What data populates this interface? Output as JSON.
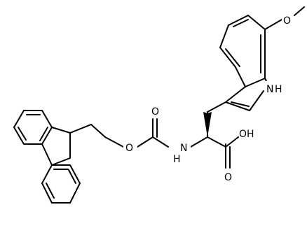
{
  "molecule": {
    "atoms": {
      "methoxy_o": "O",
      "indole_nh": "H",
      "indole_n_prefix": "N",
      "carbamate_o_top": "O",
      "ester_o": "O",
      "amide_nh": "H",
      "amide_n": "N",
      "acid_oh": "OH",
      "acid_o": "O"
    }
  },
  "colors": {
    "bond": "#000000",
    "background": "#ffffff"
  }
}
